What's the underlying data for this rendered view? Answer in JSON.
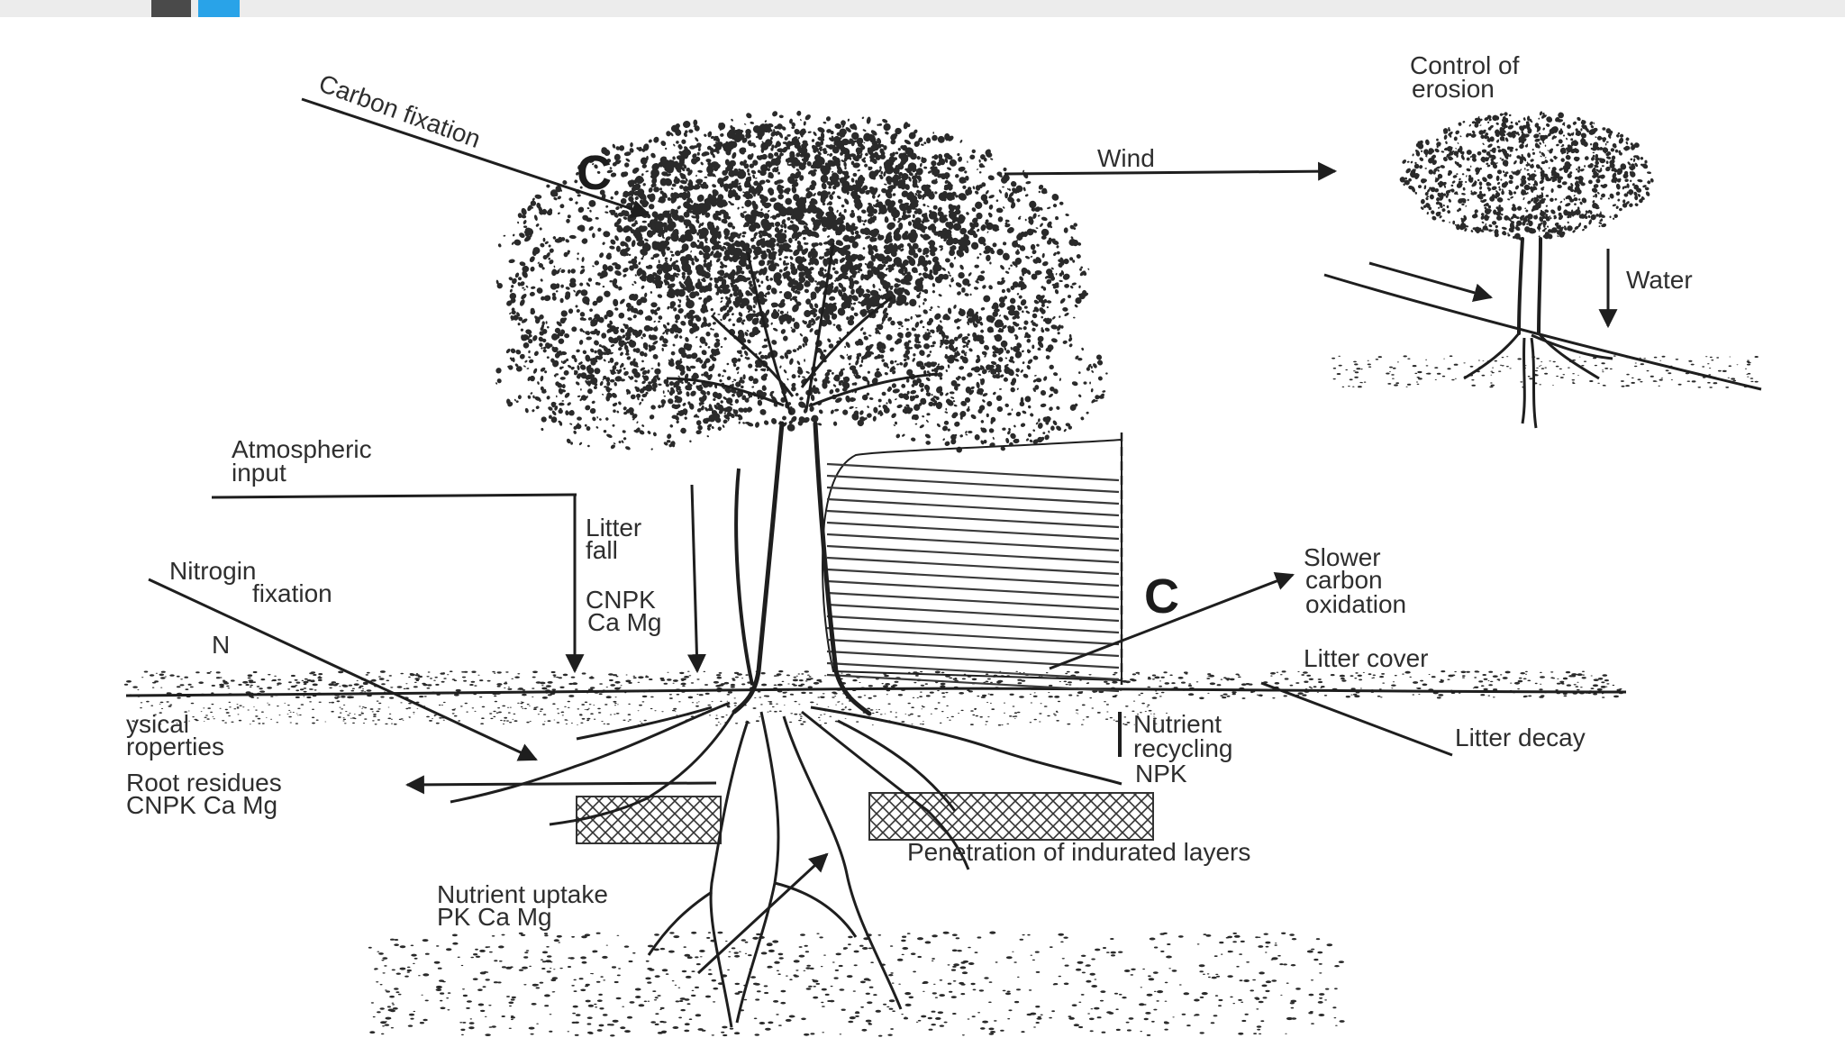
{
  "colors": {
    "ink": "#1e1e1e",
    "top_bar": "#ececec",
    "accent_dark": "#4a4a4a",
    "accent_blue": "#29a3e8",
    "background": "#ffffff"
  },
  "labels": {
    "carbon_fixation": "Carbon fixation",
    "c_top": "C",
    "c_mid": "C",
    "wind": "Wind",
    "control_of": "Control of",
    "erosion": "erosion",
    "water": "Water",
    "atmospheric": "Atmospheric",
    "input": "input",
    "litter": "Litter",
    "fall": "fall",
    "cnpk": "CNPK",
    "ca_mg": "Ca Mg",
    "nitrogin": "Nitrogin",
    "fixation": "fixation",
    "n": "N",
    "slower": "Slower",
    "carbon": "carbon",
    "oxidation": "oxidation",
    "litter_cover": "Litter cover",
    "litter_decay": "Litter decay",
    "ysical": "ysical",
    "roperties": "roperties",
    "root_residues": "Root  residues",
    "root_cnpk": "CNPK Ca Mg",
    "nutrient": "Nutrient",
    "recycling": "recycling",
    "npk": "NPK",
    "penetration": "Penetration of indurated layers",
    "nutrient_uptake": "Nutrient uptake",
    "pk_ca_mg": "PK Ca Mg"
  }
}
